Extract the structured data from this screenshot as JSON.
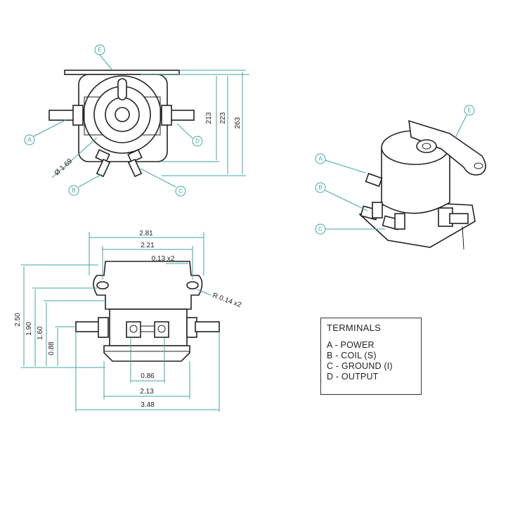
{
  "callouts": {
    "A": "A",
    "B": "B",
    "C": "C",
    "D": "D",
    "E": "E"
  },
  "dimensions": {
    "top_213": "213",
    "top_223": "223",
    "top_263": "263",
    "top_dia": "Ø 1.69",
    "front_281": "2.81",
    "front_221": "2.21",
    "front_013": "0.13 x2",
    "front_r014": "R 0.14 x2",
    "front_250": "2.50",
    "front_190": "1.90",
    "front_160": "1.60",
    "front_088": "0.88",
    "front_086": "0.86",
    "front_213": "2.13",
    "front_348": "3.48"
  },
  "legend": {
    "title": "TERMINALS",
    "items": [
      "A - POWER",
      "B - COIL (S)",
      "C - GROUND (I)",
      "D - OUTPUT"
    ]
  }
}
